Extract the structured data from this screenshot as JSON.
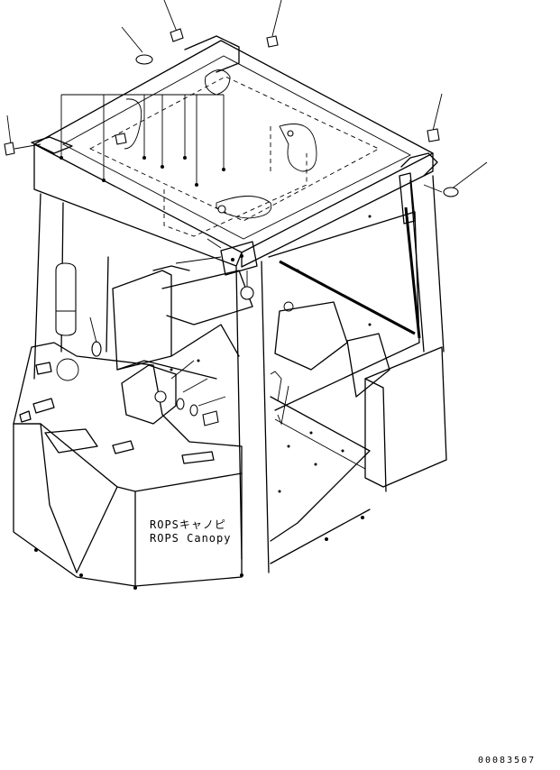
{
  "diagram": {
    "caption_japanese": "ROPSキャノピ",
    "caption_english": "ROPS Canopy",
    "drawing_number": "00083507"
  }
}
